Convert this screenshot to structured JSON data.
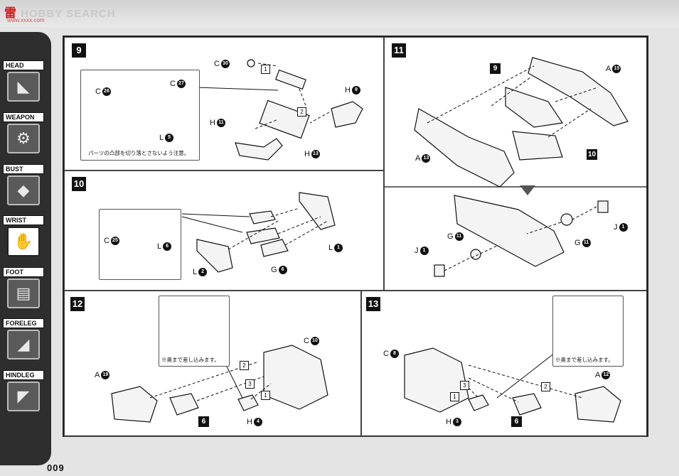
{
  "watermark": {
    "brand_cn": "雷",
    "brand_en": "HOBBY SEARCH",
    "sub": "www.xxxx.com"
  },
  "sidebar": {
    "tabs": [
      {
        "label": "HEAD",
        "icon": "head-icon",
        "glyph": "◣"
      },
      {
        "label": "WEAPON",
        "icon": "weapon-icon",
        "glyph": "⚙"
      },
      {
        "label": "BUST",
        "icon": "bust-icon",
        "glyph": "◆"
      },
      {
        "label": "WRIST",
        "icon": "wrist-icon",
        "glyph": "✋",
        "active": true
      },
      {
        "label": "FOOT",
        "icon": "foot-icon",
        "glyph": "▤"
      },
      {
        "label": "FORELEG",
        "icon": "foreleg-icon",
        "glyph": "◢"
      },
      {
        "label": "HINDLEG",
        "icon": "hindleg-icon",
        "glyph": "◤"
      }
    ]
  },
  "page_number": "009",
  "steps": {
    "s9": {
      "num": "9",
      "labels": {
        "c30": "C",
        "n30": "30",
        "c26": "C",
        "n26": "26",
        "c27": "C",
        "n27": "27",
        "l5": "L",
        "n5": "5",
        "h11": "H",
        "n11": "11",
        "h9": "H",
        "n9": "9",
        "h13": "H",
        "n13": "13"
      },
      "orders": [
        "1",
        "2"
      ],
      "note": "パーツの凸部を切り落とさないよう注意。"
    },
    "s10": {
      "num": "10",
      "labels": {
        "c25": "C",
        "n25": "25",
        "l6": "L",
        "n6": "6",
        "l2": "L",
        "n2": "2",
        "g6": "G",
        "ng6": "6",
        "l1": "L",
        "nl1": "1"
      }
    },
    "s11": {
      "num": "11",
      "labels": {
        "a15": "A",
        "n15": "15",
        "a13": "A",
        "n13": "13",
        "g11a": "G",
        "ng11a": "11",
        "g11b": "G",
        "ng11b": "11",
        "j1a": "J",
        "nj1a": "1",
        "j1b": "J",
        "nj1b": "1"
      },
      "boxes": [
        "9",
        "10"
      ]
    },
    "s12": {
      "num": "12",
      "labels": {
        "c10": "C",
        "n10": "10",
        "a19": "A",
        "n19": "19",
        "h4": "H",
        "n4": "4"
      },
      "boxes": [
        "6"
      ],
      "orders": [
        "2",
        "3",
        "1"
      ],
      "note": "※奥まで差し込みます。"
    },
    "s13": {
      "num": "13",
      "labels": {
        "c8": "C",
        "n8": "8",
        "a12": "A",
        "n12": "12",
        "h3": "H",
        "n3": "3"
      },
      "boxes": [
        "6"
      ],
      "orders": [
        "3",
        "1",
        "2"
      ],
      "note": "※奥まで差し込みます。"
    }
  }
}
